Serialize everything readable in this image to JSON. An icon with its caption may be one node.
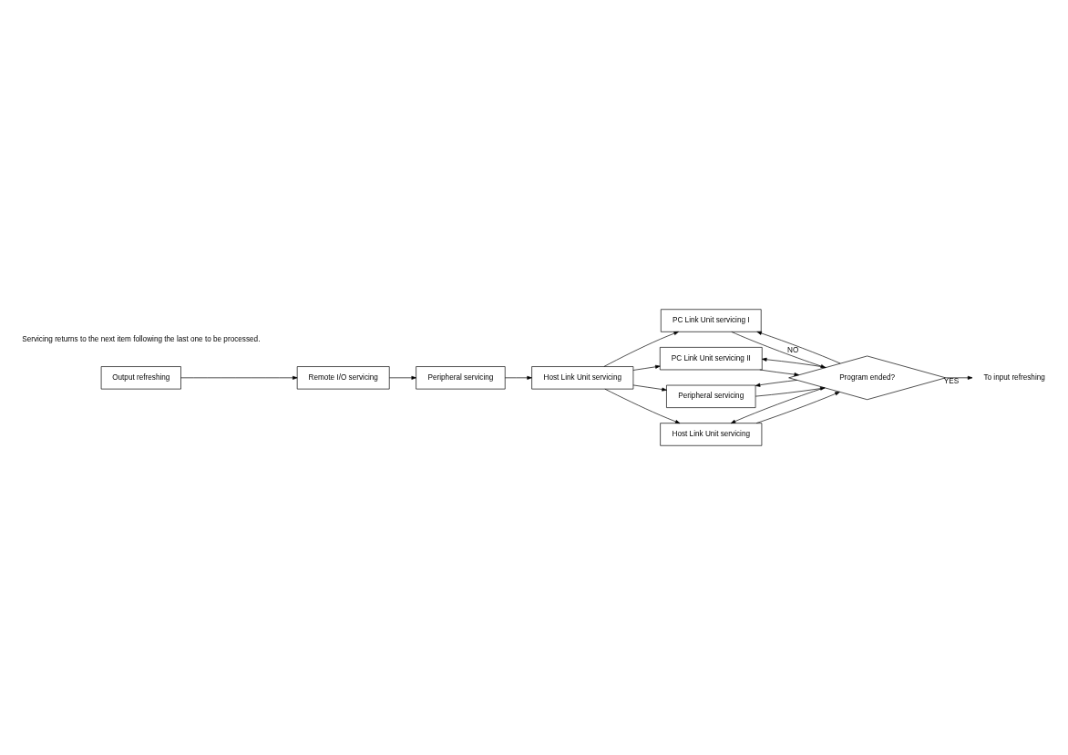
{
  "diagram": {
    "nodes": [
      {
        "text": [
          "Output refreshing"
        ]
      },
      {
        "text": [
          "Remote I/O servicing"
        ]
      },
      {
        "text": [
          "Peripheral servicing"
        ]
      },
      {
        "text": [
          "Host Link Unit servicing"
        ]
      },
      {
        "text": [
          "PC Link Unit servicing I"
        ]
      },
      {
        "text": [
          "PC Link Unit servicing II"
        ]
      },
      {
        "text": [
          "Peripheral servicing"
        ]
      },
      {
        "text": [
          "Host Link Unit servicing"
        ]
      },
      {
        "text": [
          "Program ended?"
        ]
      },
      {
        "text": [
          "To input refreshing"
        ]
      }
    ],
    "edges": [
      {
        "from": 0,
        "to": 1,
        "arrow": "to"
      },
      {
        "from": 1,
        "to": 2,
        "arrow": "to"
      },
      {
        "from": 2,
        "to": 3,
        "arrow": "to"
      },
      {
        "from": 3,
        "to": 4,
        "arrow": "to"
      },
      {
        "from": 3,
        "to": 5,
        "arrow": "to"
      },
      {
        "from": 3,
        "to": 6,
        "arrow": "to"
      },
      {
        "from": 3,
        "to": 7,
        "arrow": "to"
      },
      {
        "from": 4,
        "to": 8,
        "arrow": "to"
      },
      {
        "from": 5,
        "to": 8,
        "arrow": "to"
      },
      {
        "from": 6,
        "to": 8,
        "arrow": "to"
      },
      {
        "from": 7,
        "to": 8,
        "arrow": "to"
      },
      {
        "from": 8,
        "to": 4,
        "arrow": "to",
        "label": "NO"
      },
      {
        "from": 8,
        "to": 5,
        "arrow": "to"
      },
      {
        "from": 8,
        "to": 6,
        "arrow": "to"
      },
      {
        "from": 8,
        "to": 7,
        "arrow": "to"
      },
      {
        "from": 8,
        "to": 9,
        "arrow": "to",
        "label": "YES"
      }
    ],
    "labels": [
      "Servicing returns to the next item following the last one to be processed."
    ]
  }
}
